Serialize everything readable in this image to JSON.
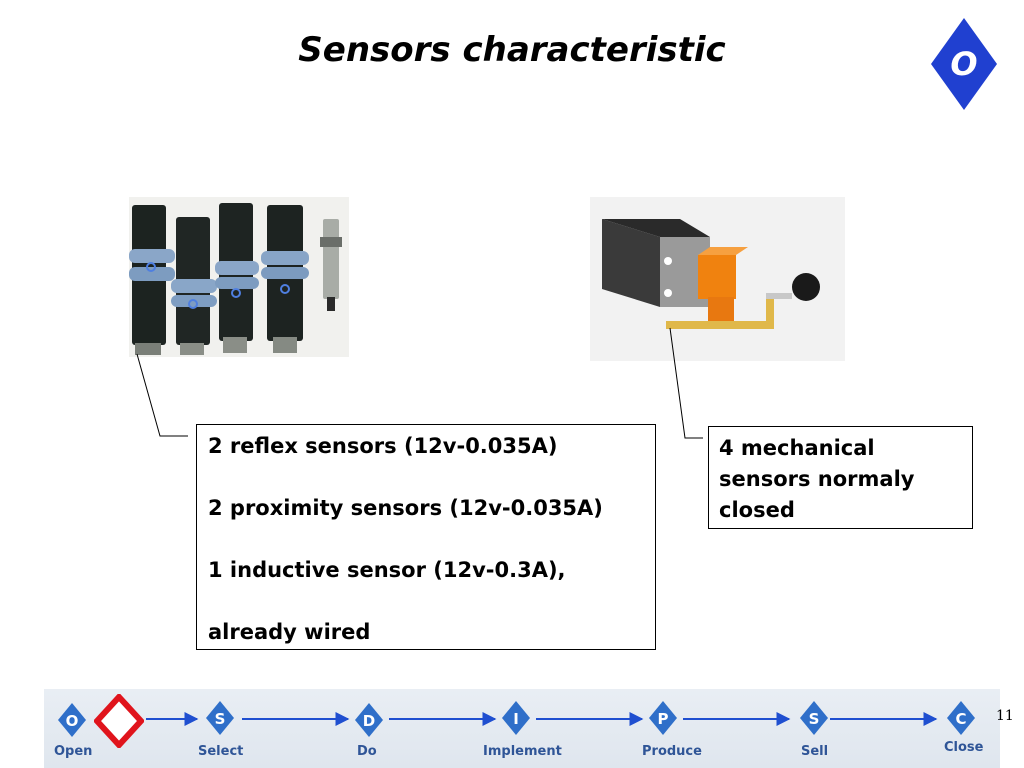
{
  "slide": {
    "title": "Sensors characteristic",
    "logo_letter": "O",
    "page_number": "11"
  },
  "colors": {
    "accent_blue": "#2040d0",
    "nav_blue": "#2f6fc9",
    "nav_red": "#e0141c",
    "arrow_blue": "#1f4fd0"
  },
  "callout_left": {
    "lines": [
      "2 reflex sensors (12v-0.035A)",
      "",
      "2 proximity sensors (12v-0.035A)",
      "",
      "1 inductive sensor (12v-0.3A),",
      "",
      "already wired"
    ]
  },
  "callout_right": {
    "lines": [
      "4 mechanical",
      "sensors normaly",
      "closed"
    ]
  },
  "images": {
    "left": "photo of cylindrical reflex, proximity and inductive sensors",
    "right": "mechanical limit switch with roller lever"
  },
  "navigation": {
    "steps": [
      {
        "letter": "O",
        "label": "Open",
        "current": true
      },
      {
        "letter": "S",
        "label": "Select",
        "current": false
      },
      {
        "letter": "D",
        "label": "Do",
        "current": false
      },
      {
        "letter": "I",
        "label": "Implement",
        "current": false
      },
      {
        "letter": "P",
        "label": "Produce",
        "current": false
      },
      {
        "letter": "S",
        "label": "Sell",
        "current": false
      },
      {
        "letter": "C",
        "label": "Close",
        "current": false
      }
    ]
  }
}
